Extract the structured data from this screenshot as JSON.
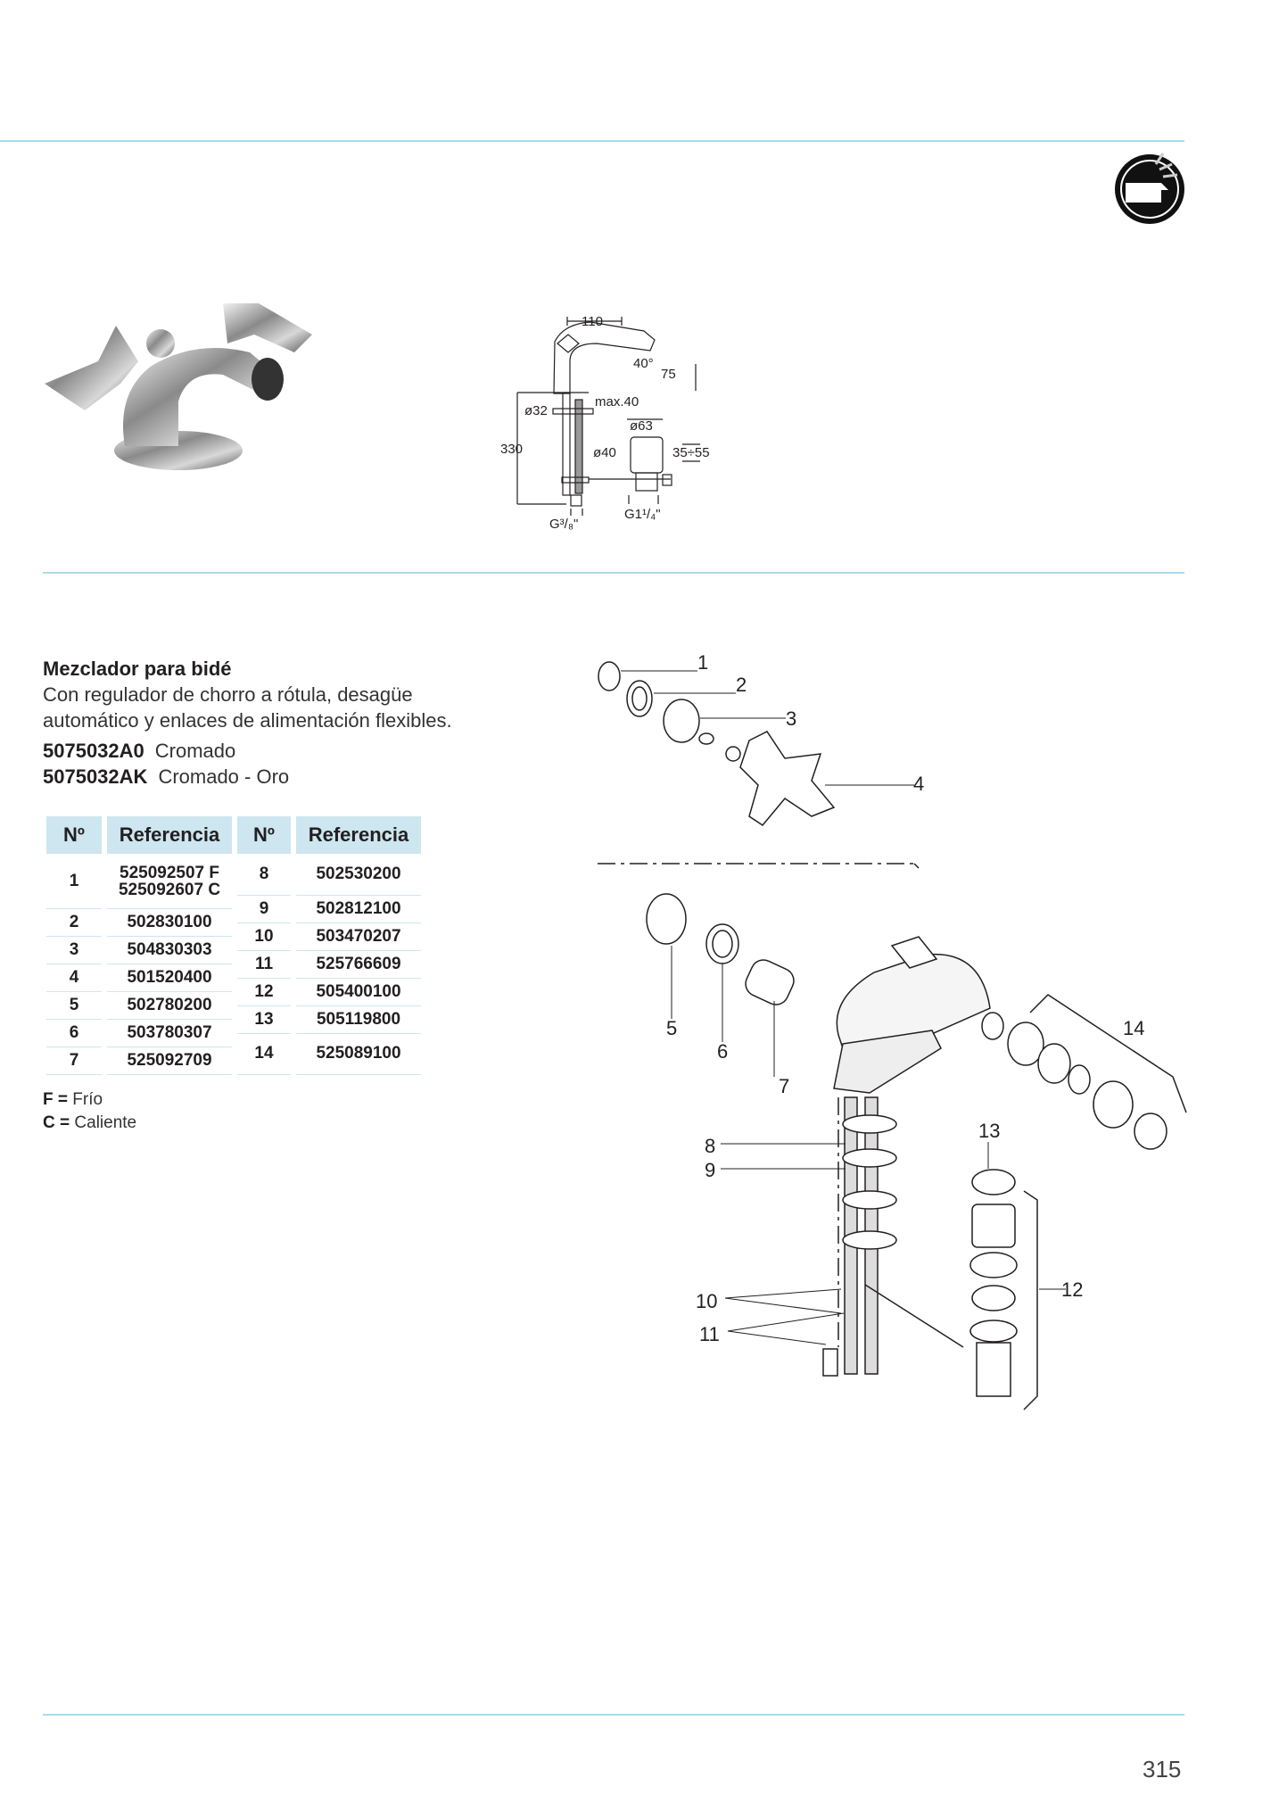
{
  "product": {
    "title": "Mezclador para bidé",
    "description_line1": "Con regulador de chorro a rótula, desagüe",
    "description_line2": "automático y enlaces de alimentación flexibles.",
    "models": [
      {
        "code": "5075032A0",
        "finish": "Cromado"
      },
      {
        "code": "5075032AK",
        "finish": "Cromado - Oro"
      }
    ]
  },
  "parts_table": {
    "headers": [
      "Nº",
      "Referencia",
      "Nº",
      "Referencia"
    ],
    "left": [
      {
        "n": "1",
        "ref": "525092507 F",
        "ref2": "525092607 C"
      },
      {
        "n": "2",
        "ref": "502830100"
      },
      {
        "n": "3",
        "ref": "504830303"
      },
      {
        "n": "4",
        "ref": "501520400"
      },
      {
        "n": "5",
        "ref": "502780200"
      },
      {
        "n": "6",
        "ref": "503780307"
      },
      {
        "n": "7",
        "ref": "525092709"
      }
    ],
    "right": [
      {
        "n": "8",
        "ref": "502530200"
      },
      {
        "n": "9",
        "ref": "502812100"
      },
      {
        "n": "10",
        "ref": "503470207"
      },
      {
        "n": "11",
        "ref": "525766609"
      },
      {
        "n": "12",
        "ref": "505400100"
      },
      {
        "n": "13",
        "ref": "505119800"
      },
      {
        "n": "14",
        "ref": "525089100"
      }
    ]
  },
  "legend": [
    {
      "key": "F",
      "eq": "=",
      "label": "Frío"
    },
    {
      "key": "C",
      "eq": "=",
      "label": "Caliente"
    }
  ],
  "dimensions": {
    "width": "110",
    "angle": "40°",
    "height_spout": "75",
    "max_deck": "max.40",
    "hole_dia": "ø32",
    "total_height": "330",
    "drain_top_dia": "ø63",
    "drain_dia": "ø40",
    "drain_range": "35÷55",
    "drain_thread": "G1¹/₄\"",
    "supply_thread": "G³/₈\""
  },
  "exploded_labels": [
    "1",
    "2",
    "3",
    "4",
    "5",
    "6",
    "7",
    "8",
    "9",
    "10",
    "11",
    "12",
    "13",
    "14"
  ],
  "category_icon": "bidet-icon",
  "page_number": "315",
  "colors": {
    "rule": "#a9dbea",
    "table_header": "#cde6f0"
  }
}
